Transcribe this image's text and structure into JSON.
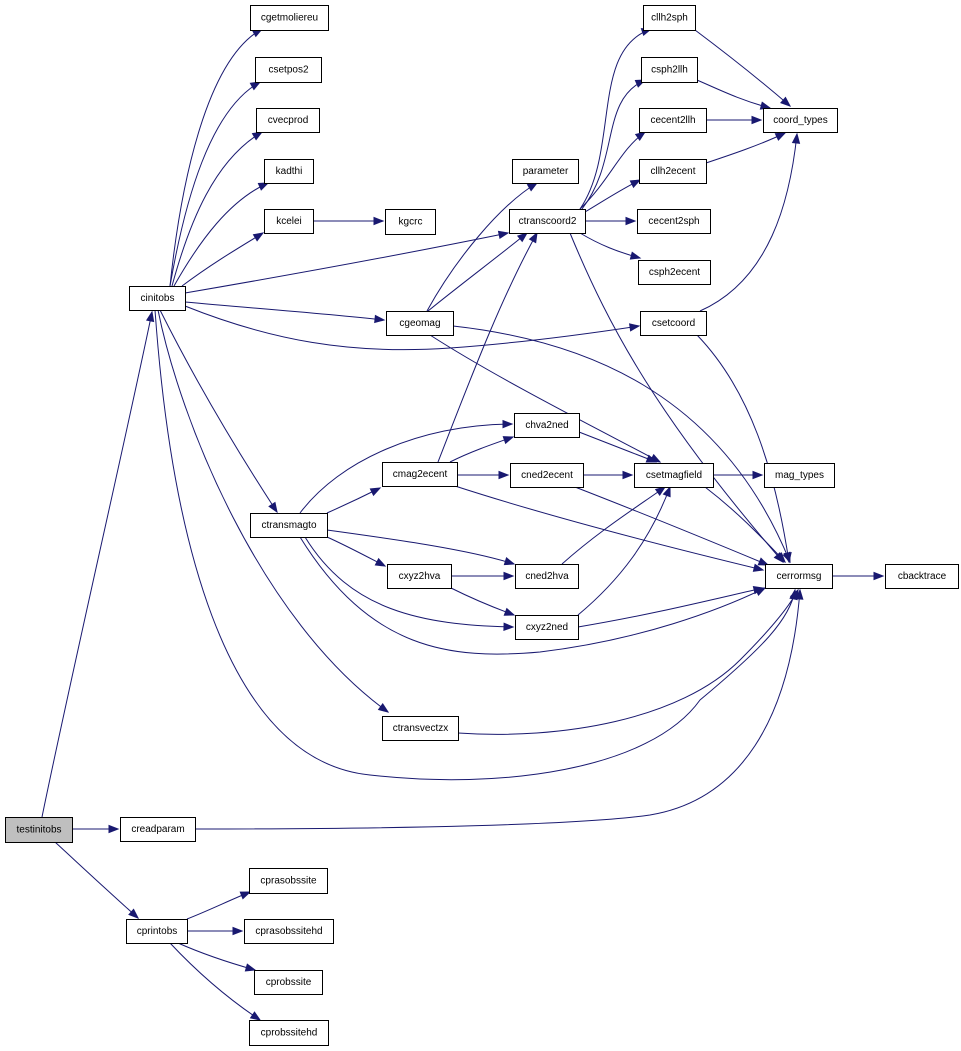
{
  "graph": {
    "nodes": [
      {
        "id": "testinitobs",
        "label": "testinitobs",
        "root": true
      },
      {
        "id": "cinitobs",
        "label": "cinitobs"
      },
      {
        "id": "creadparam",
        "label": "creadparam"
      },
      {
        "id": "cprintobs",
        "label": "cprintobs"
      },
      {
        "id": "cgetmoliereu",
        "label": "cgetmoliereu"
      },
      {
        "id": "csetpos2",
        "label": "csetpos2"
      },
      {
        "id": "cvecprod",
        "label": "cvecprod"
      },
      {
        "id": "kadthi",
        "label": "kadthi"
      },
      {
        "id": "kcelei",
        "label": "kcelei"
      },
      {
        "id": "kgcrc",
        "label": "kgcrc"
      },
      {
        "id": "parameter",
        "label": "parameter"
      },
      {
        "id": "ctranscoord2",
        "label": "ctranscoord2"
      },
      {
        "id": "cgeomag",
        "label": "cgeomag"
      },
      {
        "id": "ctransmagto",
        "label": "ctransmagto"
      },
      {
        "id": "ctransvectzx",
        "label": "ctransvectzx"
      },
      {
        "id": "cmag2ecent",
        "label": "cmag2ecent"
      },
      {
        "id": "chva2ned",
        "label": "chva2ned"
      },
      {
        "id": "cned2ecent",
        "label": "cned2ecent"
      },
      {
        "id": "cxyz2hva",
        "label": "cxyz2hva"
      },
      {
        "id": "cned2hva",
        "label": "cned2hva"
      },
      {
        "id": "cxyz2ned",
        "label": "cxyz2ned"
      },
      {
        "id": "cllh2sph",
        "label": "cllh2sph"
      },
      {
        "id": "csph2llh",
        "label": "csph2llh"
      },
      {
        "id": "cecent2llh",
        "label": "cecent2llh"
      },
      {
        "id": "cllh2ecent",
        "label": "cllh2ecent"
      },
      {
        "id": "cecent2sph",
        "label": "cecent2sph"
      },
      {
        "id": "csph2ecent",
        "label": "csph2ecent"
      },
      {
        "id": "coord_types",
        "label": "coord_types"
      },
      {
        "id": "csetcoord",
        "label": "csetcoord"
      },
      {
        "id": "csetmagfield",
        "label": "csetmagfield"
      },
      {
        "id": "mag_types",
        "label": "mag_types"
      },
      {
        "id": "cerrormsg",
        "label": "cerrormsg"
      },
      {
        "id": "cbacktrace",
        "label": "cbacktrace"
      },
      {
        "id": "cprasobssite",
        "label": "cprasobssite"
      },
      {
        "id": "cprasobssitehd",
        "label": "cprasobssitehd"
      },
      {
        "id": "cprobssite",
        "label": "cprobssite"
      },
      {
        "id": "cprobssitehd",
        "label": "cprobssitehd"
      }
    ],
    "edges": [
      [
        "testinitobs",
        "cinitobs"
      ],
      [
        "testinitobs",
        "creadparam"
      ],
      [
        "testinitobs",
        "cprintobs"
      ],
      [
        "cinitobs",
        "cgetmoliereu"
      ],
      [
        "cinitobs",
        "csetpos2"
      ],
      [
        "cinitobs",
        "cvecprod"
      ],
      [
        "cinitobs",
        "kadthi"
      ],
      [
        "cinitobs",
        "kcelei"
      ],
      [
        "cinitobs",
        "ctranscoord2"
      ],
      [
        "cinitobs",
        "cgeomag"
      ],
      [
        "cinitobs",
        "csetcoord"
      ],
      [
        "cinitobs",
        "ctransmagto"
      ],
      [
        "cinitobs",
        "ctransvectzx"
      ],
      [
        "cinitobs",
        "cerrormsg"
      ],
      [
        "kcelei",
        "kgcrc"
      ],
      [
        "cgeomag",
        "parameter"
      ],
      [
        "cgeomag",
        "ctranscoord2"
      ],
      [
        "cgeomag",
        "csetmagfield"
      ],
      [
        "cgeomag",
        "cerrormsg"
      ],
      [
        "ctranscoord2",
        "cllh2sph"
      ],
      [
        "ctranscoord2",
        "csph2llh"
      ],
      [
        "ctranscoord2",
        "cecent2llh"
      ],
      [
        "ctranscoord2",
        "cllh2ecent"
      ],
      [
        "ctranscoord2",
        "cecent2sph"
      ],
      [
        "ctranscoord2",
        "csph2ecent"
      ],
      [
        "ctranscoord2",
        "cerrormsg"
      ],
      [
        "cllh2sph",
        "coord_types"
      ],
      [
        "csph2llh",
        "coord_types"
      ],
      [
        "cecent2llh",
        "coord_types"
      ],
      [
        "cllh2ecent",
        "coord_types"
      ],
      [
        "csetcoord",
        "coord_types"
      ],
      [
        "csetcoord",
        "cerrormsg"
      ],
      [
        "ctransmagto",
        "chva2ned"
      ],
      [
        "ctransmagto",
        "cmag2ecent"
      ],
      [
        "ctransmagto",
        "cned2hva"
      ],
      [
        "ctransmagto",
        "cxyz2hva"
      ],
      [
        "ctransmagto",
        "cxyz2ned"
      ],
      [
        "ctransmagto",
        "cerrormsg"
      ],
      [
        "cmag2ecent",
        "ctranscoord2"
      ],
      [
        "cmag2ecent",
        "chva2ned"
      ],
      [
        "cmag2ecent",
        "cned2ecent"
      ],
      [
        "cmag2ecent",
        "cerrormsg"
      ],
      [
        "chva2ned",
        "csetmagfield"
      ],
      [
        "cned2ecent",
        "csetmagfield"
      ],
      [
        "cned2ecent",
        "cerrormsg"
      ],
      [
        "cxyz2hva",
        "cned2hva"
      ],
      [
        "cxyz2hva",
        "cxyz2ned"
      ],
      [
        "cned2hva",
        "csetmagfield"
      ],
      [
        "cxyz2ned",
        "csetmagfield"
      ],
      [
        "cxyz2ned",
        "cerrormsg"
      ],
      [
        "csetmagfield",
        "mag_types"
      ],
      [
        "csetmagfield",
        "cerrormsg"
      ],
      [
        "ctransvectzx",
        "cerrormsg"
      ],
      [
        "creadparam",
        "cerrormsg"
      ],
      [
        "cerrormsg",
        "cbacktrace"
      ],
      [
        "cprintobs",
        "cprasobssite"
      ],
      [
        "cprintobs",
        "cprasobssitehd"
      ],
      [
        "cprintobs",
        "cprobssite"
      ],
      [
        "cprintobs",
        "cprobssitehd"
      ]
    ]
  },
  "colors": {
    "edge": "#191970",
    "node_fill": "#ffffff",
    "root_fill": "#bfbfbf",
    "node_border": "#000000"
  }
}
